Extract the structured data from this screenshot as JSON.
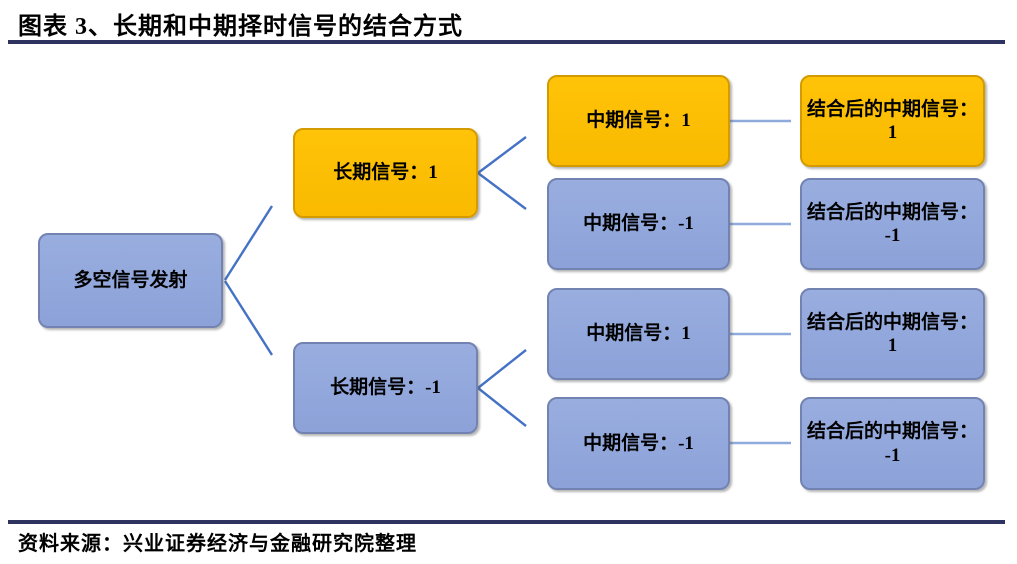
{
  "header": {
    "title": "图表 3、长期和中期择时信号的结合方式"
  },
  "footer": {
    "source": "资料来源：兴业证券经济与金融研究院整理"
  },
  "colors": {
    "orange_fill": "#FFC000",
    "orange_border": "#D49B00",
    "blue_fill": "#92A7DC",
    "blue_border": "#7283B2",
    "diagonal_line_color": "#4472C4",
    "horizontal_line_color": "#8FAADC",
    "rule_color": "#2E3360",
    "text_color": "#000000"
  },
  "diagram": {
    "root": {
      "line1": "多空信号发射",
      "variant": "blue"
    },
    "long_term": [
      {
        "line1": "长期信号：1",
        "variant": "orange"
      },
      {
        "line1": "长期信号：-1",
        "variant": "blue"
      }
    ],
    "mid_term": [
      {
        "line1": "中期信号：1",
        "variant": "orange"
      },
      {
        "line1": "中期信号：-1",
        "variant": "blue"
      },
      {
        "line1": "中期信号：1",
        "variant": "blue"
      },
      {
        "line1": "中期信号：-1",
        "variant": "blue"
      }
    ],
    "combined": [
      {
        "line1": "结合后的中期信号：",
        "line2": "1",
        "variant": "orange"
      },
      {
        "line1": "结合后的中期信号：",
        "line2": "-1",
        "variant": "blue"
      },
      {
        "line1": "结合后的中期信号：",
        "line2": "1",
        "variant": "blue"
      },
      {
        "line1": "结合后的中期信号：",
        "line2": "-1",
        "variant": "blue"
      }
    ]
  }
}
